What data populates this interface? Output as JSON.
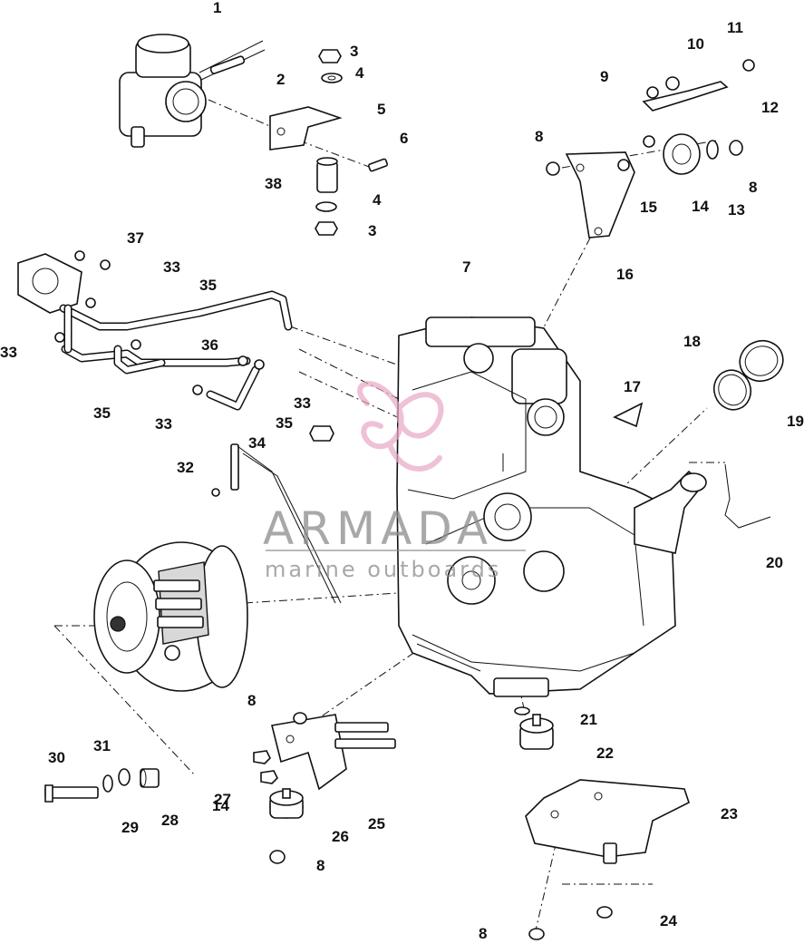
{
  "watermark": {
    "title": "ARMADA",
    "subtitle": "marine outboards",
    "logo_color": "#e8a7c7",
    "text_color": "#8c8c8c"
  },
  "callouts": [
    "1",
    "2",
    "3",
    "4",
    "5",
    "6",
    "38",
    "4",
    "3",
    "8",
    "9",
    "10",
    "11",
    "12",
    "14",
    "13",
    "8",
    "15",
    "16",
    "37",
    "33",
    "35",
    "33",
    "36",
    "35",
    "33",
    "35",
    "33",
    "7",
    "34",
    "32",
    "18",
    "19",
    "17",
    "20",
    "30",
    "31",
    "29",
    "28",
    "27",
    "14",
    "26",
    "8",
    "8",
    "25",
    "21",
    "22",
    "23",
    "8",
    "24"
  ]
}
